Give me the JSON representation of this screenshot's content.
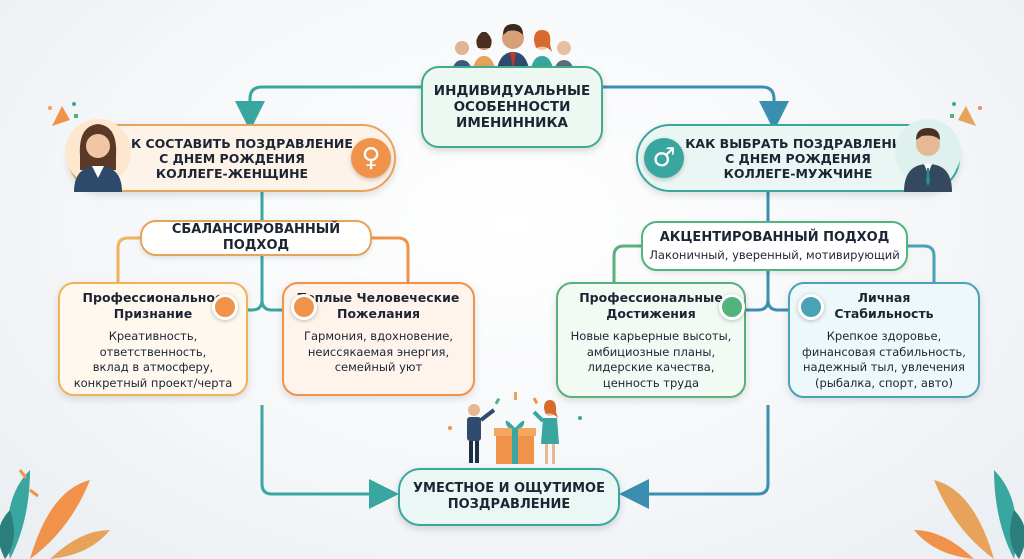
{
  "top": {
    "line1": "ИНДИВИДУАЛЬНЫЕ",
    "line2": "ОСОБЕННОСТИ",
    "line3": "ИМЕНИННИКА"
  },
  "female": {
    "line1": "КАК СОСТАВИТЬ ПОЗДРАВЛЕНИЕ",
    "line2": "С ДНЕМ РОЖДЕНИЯ",
    "line3": "КОЛЛЕГЕ-ЖЕНЩИНЕ",
    "symbol": "♀",
    "approach": "СБАЛАНСИРОВАННЫЙ ПОДХОД",
    "card1": {
      "title_line1": "Профессиональное",
      "title_line2": "Признание",
      "lines": [
        "Креативность,",
        "ответственность,",
        "вклад в атмосферу,",
        "конкретный проект/черта"
      ]
    },
    "card2": {
      "title_line1": "Теплые Человеческие",
      "title_line2": "Пожелания",
      "lines": [
        "Гармония, вдохновение,",
        "неиссякаемая энергия,",
        "семейный уют"
      ]
    }
  },
  "male": {
    "line1": "КАК ВЫБРАТЬ ПОЗДРАВЛЕНИЕ",
    "line2": "С ДНЕМ РОЖДЕНИЯ",
    "line3": "КОЛЛЕГЕ-МУЖЧИНЕ",
    "symbol": "♂",
    "approach": "АКЦЕНТИРОВАННЫЙ ПОДХОД",
    "approach_sub": "Лаконичный, уверенный, мотивирующий",
    "card1": {
      "title_line1": "Профессиональные",
      "title_line2": "Достижения",
      "lines": [
        "Новые карьерные высоты,",
        "амбициозные планы,",
        "лидерские качества,",
        "ценность труда"
      ]
    },
    "card2": {
      "title_line1": "Личная",
      "title_line2": "Стабильность",
      "lines": [
        "Крепкое здоровье,",
        "финансовая стабильность,",
        "надежный тыл, увлечения",
        "(рыбалка, спорт, авто)"
      ]
    }
  },
  "bottom": {
    "line1": "УМЕСТНОЕ И ОЩУТИМОЕ",
    "line2": "ПОЗДРАВЛЕНИЕ"
  },
  "colors": {
    "teal": "#3aa6a0",
    "orange": "#e8a35a",
    "green": "#52b37c",
    "blue": "#4aa3b5"
  },
  "icons": [
    "people-group-icon",
    "female-avatar-icon",
    "male-avatar-icon",
    "female-symbol-icon",
    "male-symbol-icon",
    "gift-icon",
    "confetti-icon",
    "leaf-icon"
  ]
}
